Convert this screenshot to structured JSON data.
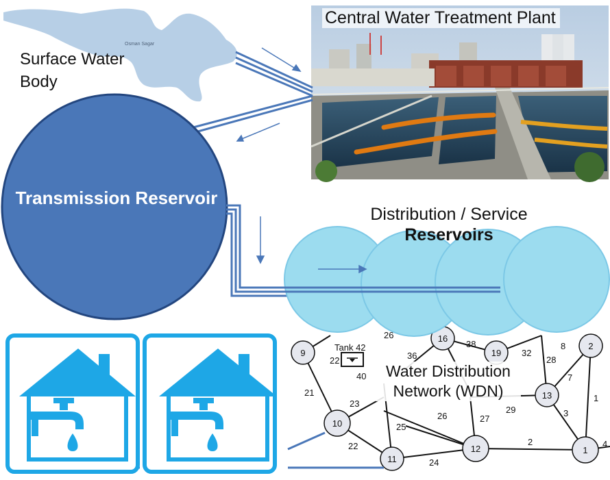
{
  "labels": {
    "surface_water": "Surface Water Body",
    "lake_place": "Osman Sagar",
    "treatment_plant": "Central Water Treatment Plant",
    "transmission": "Transmission Reservoir",
    "distribution_line1": "Distribution / Service",
    "distribution_line2": "Reservoirs",
    "wdn": "Water Distribution Network (WDN)",
    "tank": "Tank 42"
  },
  "colors": {
    "transmission_fill": "#4a77b8",
    "transmission_edge": "#23467f",
    "reservoir_fill": "#9cdcef",
    "reservoir_edge": "#7cc8e6",
    "pipe": "#4a77b8",
    "lake": "#b7cfe6",
    "house_icon": "#1ea7e6"
  },
  "icons": [
    "house-tap-icon",
    "house-tap-icon"
  ],
  "network": {
    "nodes": [
      {
        "id": "9"
      },
      {
        "id": "16"
      },
      {
        "id": "19"
      },
      {
        "id": "2"
      },
      {
        "id": "13"
      },
      {
        "id": "10"
      },
      {
        "id": "11"
      },
      {
        "id": "12"
      },
      {
        "id": "1"
      }
    ],
    "edge_labels": [
      "26",
      "38",
      "36",
      "22",
      "40",
      "32",
      "28",
      "8",
      "7",
      "1",
      "21",
      "23",
      "25",
      "26",
      "27",
      "29",
      "3",
      "22",
      "24",
      "2",
      "4"
    ]
  }
}
